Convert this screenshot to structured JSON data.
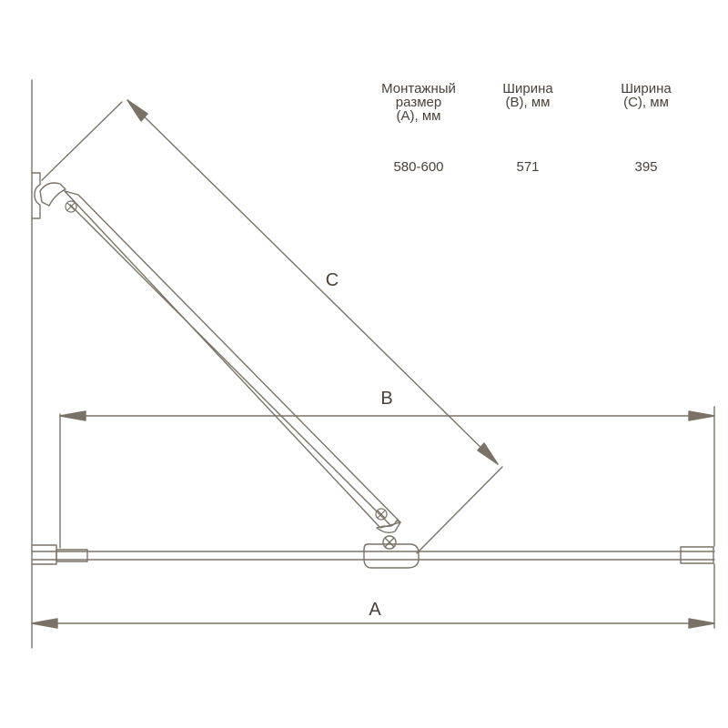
{
  "table": {
    "headers": [
      "Монтажный\nразмер\n(А), мм",
      "Ширина\n(В), мм",
      "Ширина\n(С), мм"
    ],
    "values": [
      "580-600",
      "571",
      "395"
    ]
  },
  "dimensions": {
    "a": "A",
    "b": "B",
    "c": "C"
  },
  "colors": {
    "line": "#7a7266",
    "text": "#4a4238"
  }
}
